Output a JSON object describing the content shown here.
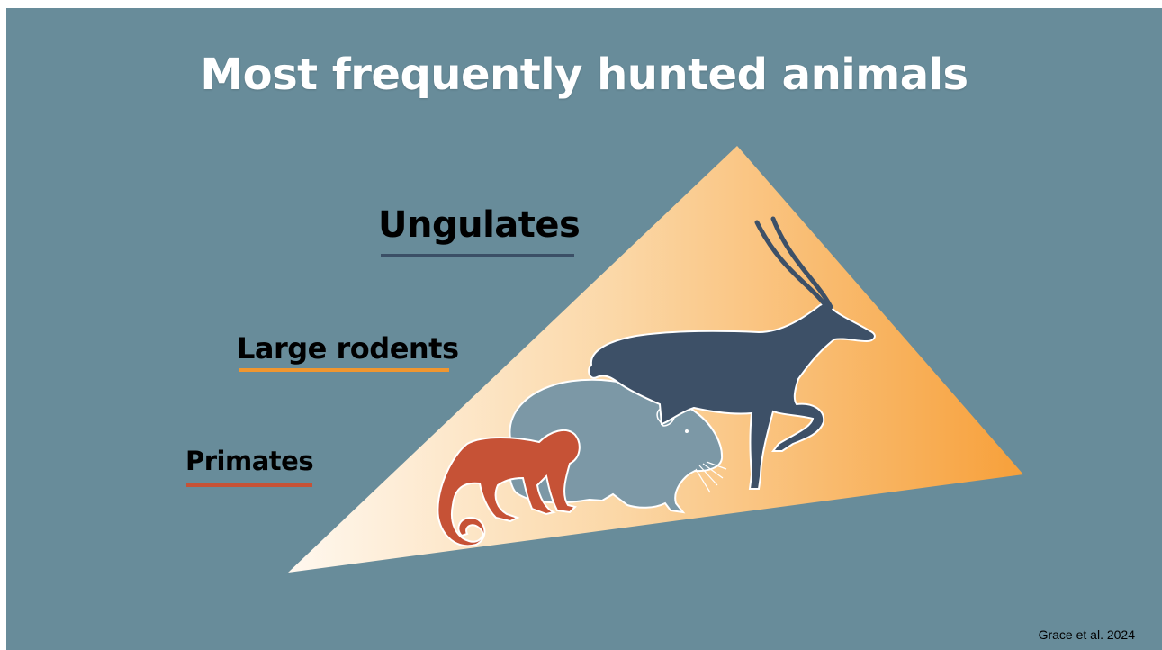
{
  "slide": {
    "title": "Most frequently hunted animals",
    "citation": "Grace et al. 2024",
    "background_color": "#688c9a"
  },
  "tiers": [
    {
      "label": "Ungulates",
      "underline_color": "#3b4f66",
      "icon": "antelope-silhouette-icon"
    },
    {
      "label": "Large rodents",
      "underline_color": "#f0962f",
      "icon": "rodent-silhouette-icon"
    },
    {
      "label": "Primates",
      "underline_color": "#c65236",
      "icon": "monkey-silhouette-icon"
    }
  ],
  "colors": {
    "pyramid_gradient_start": "#fff8ef",
    "pyramid_gradient_end": "#f7a03a",
    "antelope": "#3d5067",
    "rodent": "#7c98a6",
    "monkey": "#c65236"
  }
}
